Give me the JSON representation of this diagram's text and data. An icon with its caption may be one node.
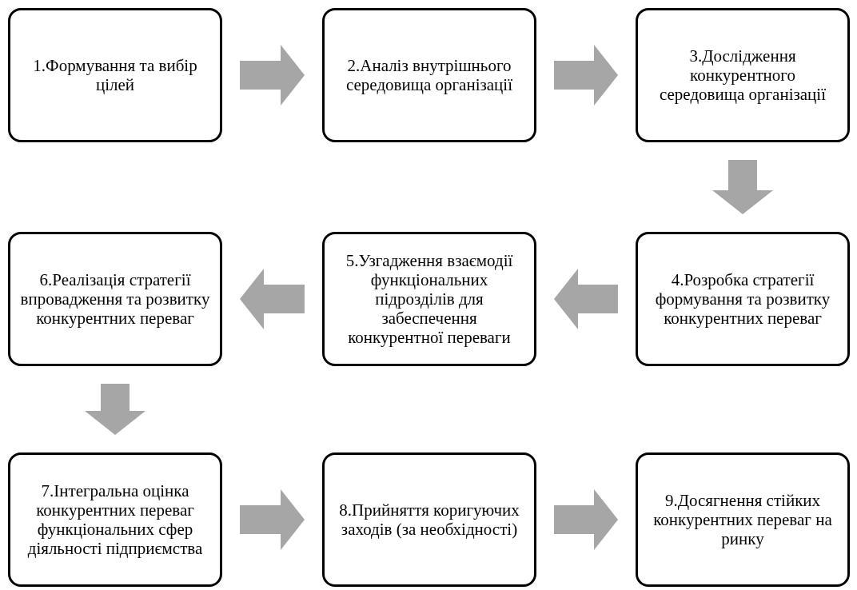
{
  "diagram": {
    "nodes": [
      {
        "text": [
          "1.Формування та вибір цілей"
        ]
      },
      {
        "text": [
          "2.Аналіз внутрішнього середовища організації"
        ]
      },
      {
        "text": [
          "3.Дослідження конкурентного середовища організації"
        ]
      },
      {
        "text": [
          "4.Розробка стратегії формування та розвитку конкурентних переваг"
        ]
      },
      {
        "text": [
          "5.Узгадження взаємодії функціональних підрозділів для забеспечення конкурентної переваги"
        ]
      },
      {
        "text": [
          "6.Реалізація стратегії впровадження та розвитку конкурентних переваг"
        ]
      },
      {
        "text": [
          "7.Інтегральна оцінка конкурентних переваг функціональних сфер діяльності підприємства"
        ]
      },
      {
        "text": [
          "8.Прийняття коригуючих заходів (за необхідності)"
        ]
      },
      {
        "text": [
          "9.Досягнення стійких конкурентних переваг на ринку"
        ]
      }
    ],
    "edges": [
      {
        "from": 0,
        "to": 1,
        "arrow": "to",
        "style": "thick"
      },
      {
        "from": 1,
        "to": 2,
        "arrow": "to",
        "style": "thick"
      },
      {
        "from": 2,
        "to": 3,
        "arrow": "to",
        "style": "thick"
      },
      {
        "from": 3,
        "to": 4,
        "arrow": "to",
        "style": "thick"
      },
      {
        "from": 4,
        "to": 5,
        "arrow": "to",
        "style": "thick"
      },
      {
        "from": 5,
        "to": 6,
        "arrow": "to",
        "style": "thick"
      },
      {
        "from": 6,
        "to": 7,
        "arrow": "to",
        "style": "thick"
      },
      {
        "from": 7,
        "to": 8,
        "arrow": "to",
        "style": "thick"
      }
    ]
  }
}
